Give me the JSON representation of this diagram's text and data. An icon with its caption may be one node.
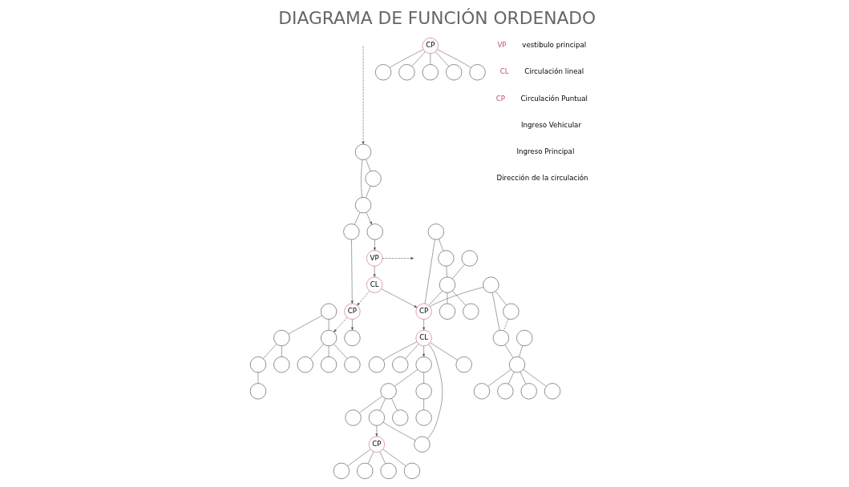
{
  "diagram": {
    "title": "DIAGRAMA DE FUNCIÓN ORDENADO",
    "nodes": [
      {
        "text": [],
        "shape": "circle"
      },
      {
        "text": [],
        "shape": "circle"
      },
      {
        "text": [],
        "shape": "circle"
      },
      {
        "text": [],
        "shape": "circle"
      },
      {
        "text": [],
        "shape": "circle"
      },
      {
        "text": [],
        "shape": "circle"
      },
      {
        "text": [],
        "shape": "circle"
      },
      {
        "text": [],
        "shape": "circle"
      },
      {
        "text": [
          "CP"
        ]
      },
      {
        "text": [
          "VP"
        ]
      },
      {
        "text": [],
        "shape": "circle"
      },
      {
        "text": [],
        "shape": "circle"
      },
      {
        "text": [],
        "shape": "circle"
      },
      {
        "text": [],
        "shape": "circle"
      },
      {
        "text": [
          "CL"
        ]
      },
      {
        "text": [
          "CP"
        ]
      },
      {
        "text": [],
        "shape": "circle"
      },
      {
        "text": [],
        "shape": "circle"
      },
      {
        "text": [],
        "shape": "circle"
      },
      {
        "text": [],
        "shape": "circle"
      },
      {
        "text": [],
        "shape": "circle"
      },
      {
        "text": [],
        "shape": "circle"
      },
      {
        "text": [],
        "shape": "circle"
      },
      {
        "text": [],
        "shape": "circle"
      },
      {
        "text": [],
        "shape": "circle"
      },
      {
        "text": [],
        "shape": "circle"
      },
      {
        "text": [
          "CP"
        ]
      },
      {
        "text": [],
        "shape": "circle"
      },
      {
        "text": [],
        "shape": "circle"
      },
      {
        "text": [],
        "shape": "circle"
      },
      {
        "text": [],
        "shape": "circle"
      },
      {
        "text": [],
        "shape": "circle"
      },
      {
        "text": [],
        "shape": "circle"
      },
      {
        "text": [
          "CL"
        ]
      },
      {
        "text": [],
        "shape": "circle"
      },
      {
        "text": [],
        "shape": "circle"
      },
      {
        "text": [],
        "shape": "circle"
      },
      {
        "text": [],
        "shape": "circle"
      },
      {
        "text": [],
        "shape": "circle"
      },
      {
        "text": [],
        "shape": "circle"
      },
      {
        "text": [],
        "shape": "circle"
      },
      {
        "text": [],
        "shape": "circle"
      },
      {
        "text": [],
        "shape": "circle"
      },
      {
        "text": [],
        "shape": "circle"
      },
      {
        "text": [],
        "shape": "circle"
      },
      {
        "text": [],
        "shape": "circle"
      },
      {
        "text": [
          "CP"
        ]
      },
      {
        "text": [],
        "shape": "circle"
      },
      {
        "text": [],
        "shape": "circle"
      },
      {
        "text": [],
        "shape": "circle"
      },
      {
        "text": [],
        "shape": "circle"
      },
      {
        "text": [],
        "shape": "circle"
      },
      {
        "text": [],
        "shape": "circle"
      },
      {
        "text": [],
        "shape": "circle"
      },
      {
        "text": [],
        "shape": "circle"
      },
      {
        "text": [],
        "shape": "circle"
      },
      {
        "text": [],
        "shape": "circle"
      }
    ],
    "edges": [
      {
        "from": null,
        "to": 0,
        "arrow": "to",
        "style": "dashed"
      },
      {
        "from": 0,
        "to": 1,
        "arrow": "none"
      },
      {
        "from": 0,
        "to": 2,
        "arrow": "none"
      },
      {
        "from": 1,
        "to": 2,
        "arrow": "none"
      },
      {
        "from": 2,
        "to": 3,
        "arrow": "none"
      },
      {
        "from": 2,
        "to": 4,
        "arrow": "to"
      },
      {
        "from": 4,
        "to": 9,
        "arrow": "to"
      },
      {
        "from": 9,
        "to": null,
        "arrow": "to",
        "style": "dashed"
      },
      {
        "from": 9,
        "to": 14,
        "arrow": "to"
      },
      {
        "from": 14,
        "to": 15,
        "arrow": "to",
        "style": "dashed"
      },
      {
        "from": 3,
        "to": 15,
        "arrow": "to"
      },
      {
        "from": 15,
        "to": 22,
        "arrow": "to",
        "style": "dashed"
      },
      {
        "from": 15,
        "to": 25,
        "arrow": "to"
      },
      {
        "from": 8,
        "to": 5,
        "arrow": "none"
      },
      {
        "from": 8,
        "to": 6,
        "arrow": "none"
      },
      {
        "from": 8,
        "to": 7,
        "arrow": "none"
      },
      {
        "from": 8,
        "to": 10,
        "arrow": "none"
      },
      {
        "from": 8,
        "to": 11,
        "arrow": "none"
      },
      {
        "from": 12,
        "to": 26,
        "arrow": "none"
      },
      {
        "from": 12,
        "to": 13,
        "arrow": "none"
      },
      {
        "from": 13,
        "to": 29,
        "arrow": "none"
      },
      {
        "from": 27,
        "to": 29,
        "arrow": "none"
      },
      {
        "from": 29,
        "to": 26,
        "arrow": "none"
      },
      {
        "from": 28,
        "to": 26,
        "arrow": "none"
      },
      {
        "from": 14,
        "to": 26,
        "arrow": "to"
      },
      {
        "from": 26,
        "to": 33,
        "arrow": "to"
      },
      {
        "from": 16,
        "to": 17,
        "arrow": "none"
      },
      {
        "from": 17,
        "to": 18,
        "arrow": "none"
      },
      {
        "from": 18,
        "to": 19,
        "arrow": "none"
      },
      {
        "from": 17,
        "to": 20,
        "arrow": "none"
      },
      {
        "from": 16,
        "to": 22,
        "arrow": "none"
      },
      {
        "from": 22,
        "to": 21,
        "arrow": "none"
      },
      {
        "from": 22,
        "to": 23,
        "arrow": "none"
      },
      {
        "from": 22,
        "to": 24,
        "arrow": "none"
      },
      {
        "from": 29,
        "to": 30,
        "arrow": "none"
      },
      {
        "from": 29,
        "to": 39,
        "arrow": "none"
      },
      {
        "from": 28,
        "to": 40,
        "arrow": "none"
      },
      {
        "from": 28,
        "to": 41,
        "arrow": "none"
      },
      {
        "from": 40,
        "to": 41,
        "arrow": "none",
        "style": "dashed"
      },
      {
        "from": 41,
        "to": 48,
        "arrow": "none"
      },
      {
        "from": 47,
        "to": 48,
        "arrow": "none"
      },
      {
        "from": 48,
        "to": 51,
        "arrow": "none"
      },
      {
        "from": 48,
        "to": 55,
        "arrow": "none"
      },
      {
        "from": 48,
        "to": 56,
        "arrow": "none"
      },
      {
        "from": 48,
        "to": 50,
        "arrow": "none"
      },
      {
        "from": 33,
        "to": 34,
        "arrow": "to"
      },
      {
        "from": 34,
        "to": 32,
        "arrow": "none"
      },
      {
        "from": 32,
        "to": 31,
        "arrow": "none"
      },
      {
        "from": 34,
        "to": 35,
        "arrow": "none"
      },
      {
        "from": 35,
        "to": 36,
        "arrow": "none"
      },
      {
        "from": 35,
        "to": 37,
        "arrow": "none"
      },
      {
        "from": 35,
        "to": 38,
        "arrow": "none"
      },
      {
        "from": 38,
        "to": 45,
        "arrow": "none"
      },
      {
        "from": 33,
        "to": 42,
        "arrow": "none"
      },
      {
        "from": 33,
        "to": 43,
        "arrow": "none"
      },
      {
        "from": 33,
        "to": 44,
        "arrow": "none"
      },
      {
        "from": 33,
        "to": 45,
        "arrow": "none"
      },
      {
        "from": 38,
        "to": 46,
        "arrow": "to"
      },
      {
        "from": 46,
        "to": 52,
        "arrow": "none"
      },
      {
        "from": 46,
        "to": 53,
        "arrow": "none"
      },
      {
        "from": 46,
        "to": 54,
        "arrow": "none"
      },
      {
        "from": 46,
        "to": 49,
        "arrow": "none"
      }
    ],
    "labels": [
      "VP",
      "CL",
      "CP"
    ],
    "legend": [
      {
        "text": "vestibulo principal"
      },
      {
        "text": "Circulación lineal"
      },
      {
        "text": "Circulación Puntual"
      },
      {
        "text": "Ingreso Vehicular"
      },
      {
        "text": "Ingreso Principal"
      },
      {
        "text": "Dirección de la circulación"
      }
    ]
  }
}
